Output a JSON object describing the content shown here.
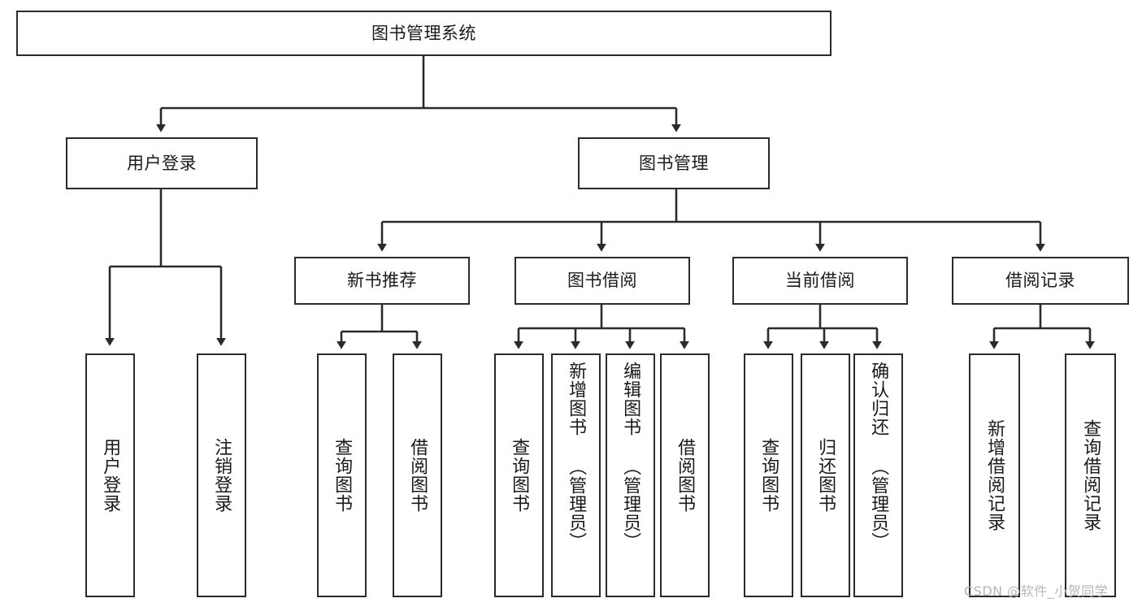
{
  "diagram": {
    "title": "图书管理系统",
    "type": "tree-hierarchy",
    "root": {
      "label": "图书管理系统"
    },
    "level1": [
      {
        "label": "用户登录"
      },
      {
        "label": "图书管理"
      }
    ],
    "level2": [
      {
        "label": "新书推荐"
      },
      {
        "label": "图书借阅"
      },
      {
        "label": "当前借阅"
      },
      {
        "label": "借阅记录"
      }
    ],
    "leaves": {
      "user_login": [
        {
          "label": "用户登录"
        },
        {
          "label": "注销登录"
        }
      ],
      "new_book_recommend": [
        {
          "label": "查询图书"
        },
        {
          "label": "借阅图书"
        }
      ],
      "book_borrow": [
        {
          "label": "查询图书"
        },
        {
          "label": "新增图书\n（管理员）"
        },
        {
          "label": "编辑图书\n（管理员）"
        },
        {
          "label": "借阅图书"
        }
      ],
      "current_borrow": [
        {
          "label": "查询图书"
        },
        {
          "label": "归还图书"
        },
        {
          "label": "确认归还\n（管理员）"
        }
      ],
      "borrow_record": [
        {
          "label": "新增借阅记录"
        },
        {
          "label": "查询借阅记录"
        }
      ]
    }
  },
  "watermark": {
    "text": "CSDN @软件_小贺同学"
  },
  "colors": {
    "border": "#2b2b2b",
    "background": "#ffffff",
    "text": "#1a1a1a",
    "edge": "#2b2b2b",
    "watermark": "#b6b6b6"
  }
}
